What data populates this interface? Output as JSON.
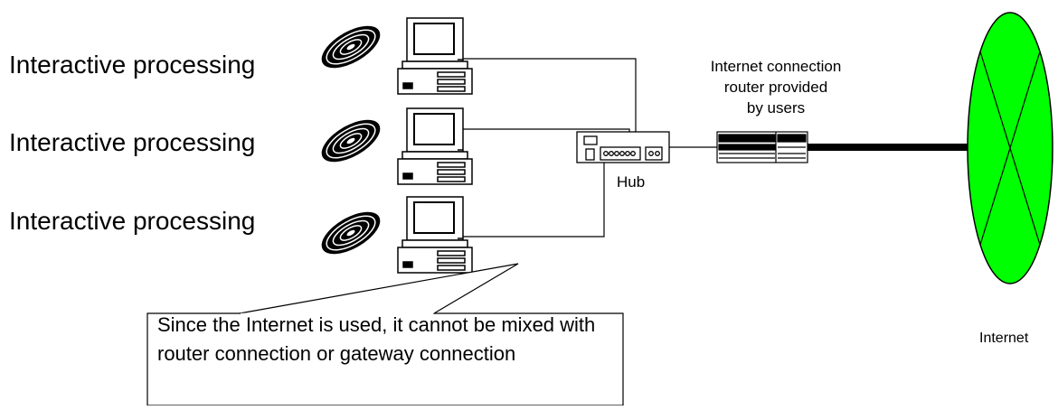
{
  "diagram": {
    "processing_labels": [
      {
        "text": "Interactive processing"
      },
      {
        "text": "Interactive processing"
      },
      {
        "text": "Interactive processing"
      }
    ],
    "hub_label": "Hub",
    "router_label_lines": [
      "Internet connection",
      "router provided",
      "by users"
    ],
    "internet_label": "Internet",
    "callout_text": "Since the Internet is used, it cannot be mixed with router connection or gateway connection",
    "colors": {
      "internet_cloud": "#00ff00",
      "line": "#000000"
    },
    "icons": [
      "cd-disc-icon",
      "desktop-computer-icon",
      "network-hub-icon",
      "router-icon",
      "internet-globe-icon"
    ]
  }
}
